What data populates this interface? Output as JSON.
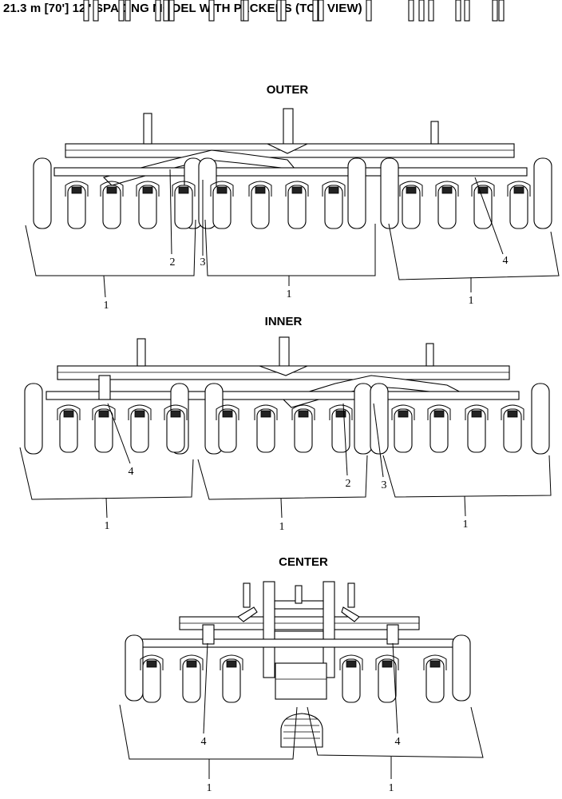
{
  "title": "21.3 m [70'] 12\" SPACING MODEL WITH PACKERS (TOP VIEW)",
  "sections": {
    "outer": {
      "label": "OUTER",
      "callouts": [
        "1",
        "1",
        "1",
        "2",
        "3",
        "4"
      ]
    },
    "inner": {
      "label": "INNER",
      "callouts": [
        "1",
        "1",
        "1",
        "2",
        "3",
        "4"
      ]
    },
    "center": {
      "label": "CENTER",
      "callouts": [
        "1",
        "1",
        "4",
        "4"
      ]
    }
  }
}
